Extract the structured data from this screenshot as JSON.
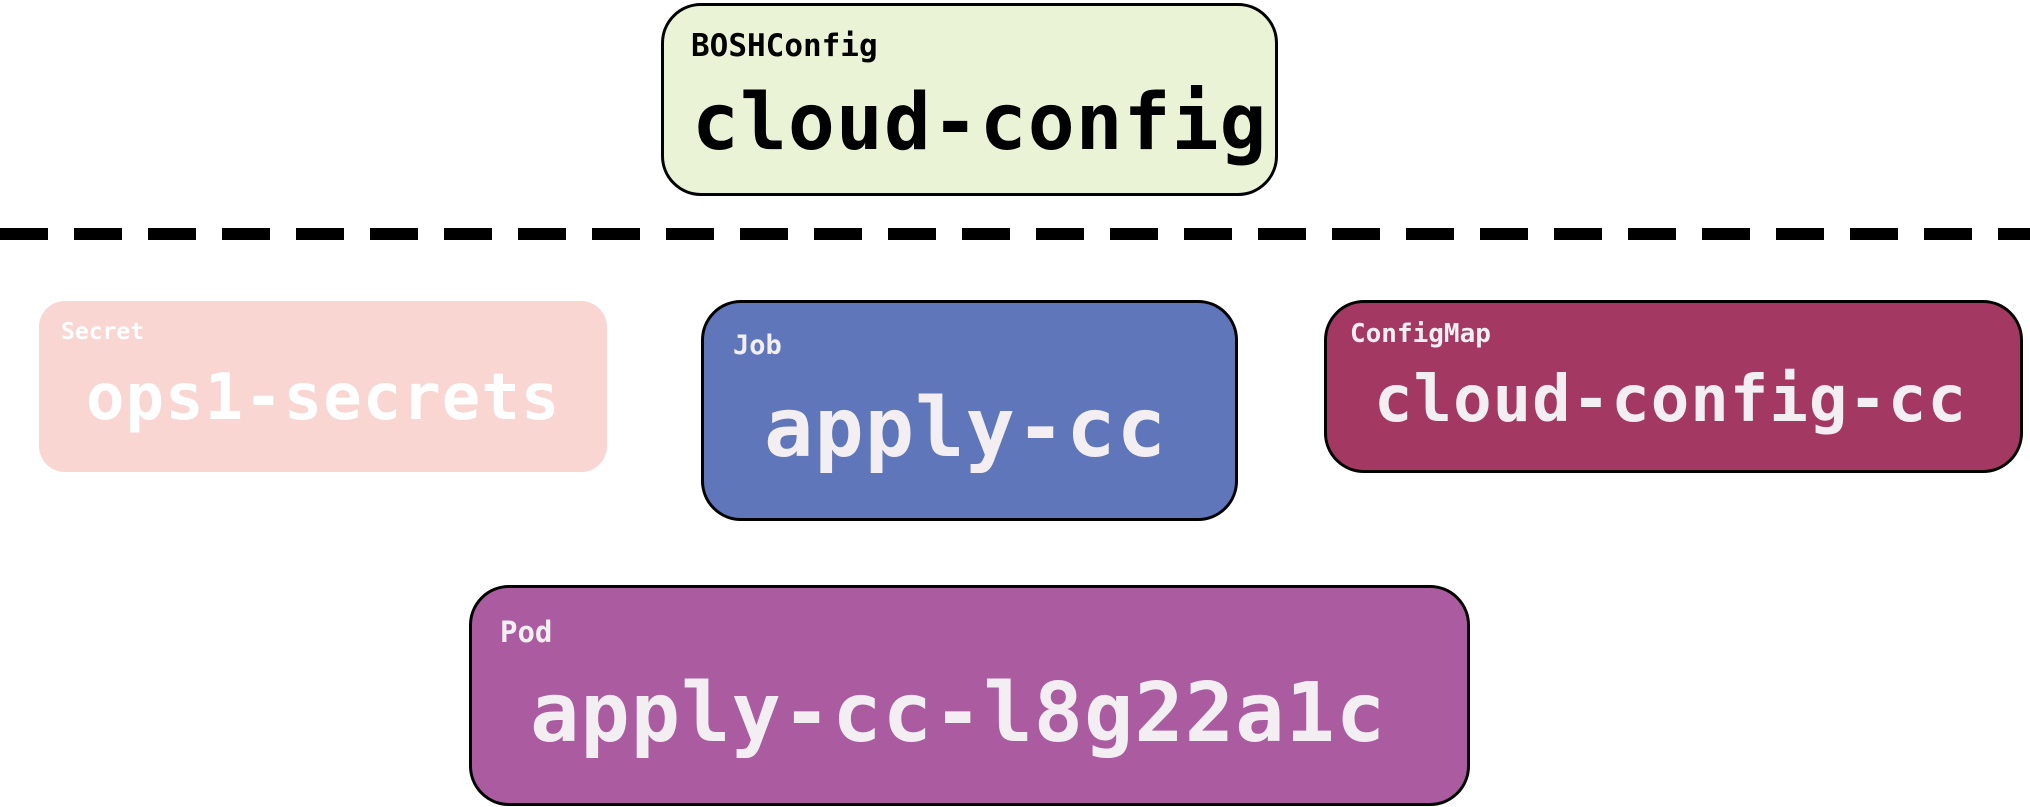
{
  "nodes": {
    "bosh_config": {
      "kind": "BOSHConfig",
      "name": "cloud-config"
    },
    "secret": {
      "kind": "Secret",
      "name": "ops1-secrets"
    },
    "job": {
      "kind": "Job",
      "name": "apply-cc"
    },
    "config_map": {
      "kind": "ConfigMap",
      "name": "cloud-config-cc"
    },
    "pod": {
      "kind": "Pod",
      "name": "apply-cc-l8g22a1c"
    }
  },
  "colors": {
    "bosh_config": "#ebf3d6",
    "secret": "#f9d6d2",
    "job": "#5f77ba",
    "config_map": "#a33963",
    "pod": "#ab5ca1"
  }
}
